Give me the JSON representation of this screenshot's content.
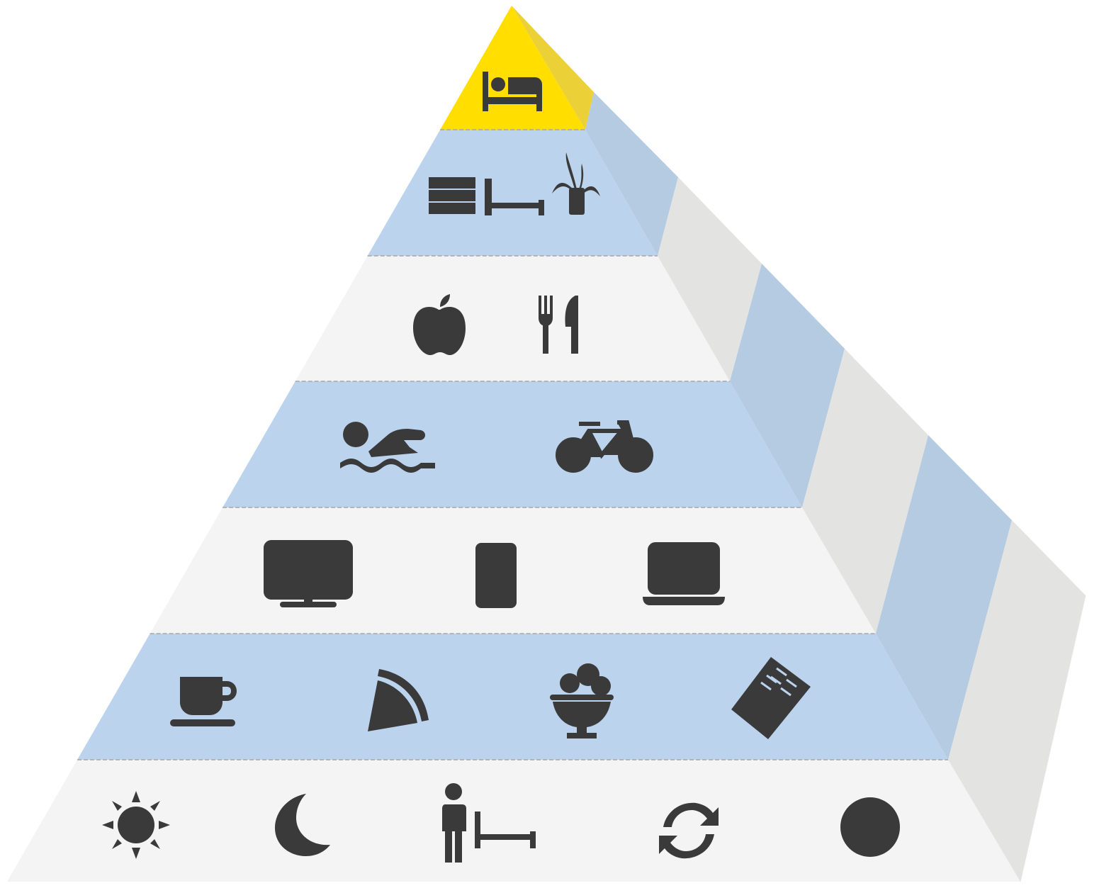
{
  "colors": {
    "top": "#ffde00",
    "top_side": "#ecd037",
    "blue": "#bcd3ee",
    "blue_side": "#b5cbe1",
    "light": "#f4f4f4",
    "light_side": "#e3e3e2",
    "icon": "#3a3a3a",
    "divider": "#a6a6a6"
  },
  "tiers": [
    {
      "name": "tier-1-sleep",
      "color": "top",
      "icons": [
        "bed-with-person-icon"
      ]
    },
    {
      "name": "tier-2-bedroom",
      "color": "blue",
      "icons": [
        "dresser-icon",
        "bed-icon",
        "plant-icon"
      ]
    },
    {
      "name": "tier-3-food",
      "color": "light",
      "icons": [
        "apple-icon",
        "fork-knife-icon"
      ]
    },
    {
      "name": "tier-4-exercise",
      "color": "blue",
      "icons": [
        "swimmer-icon",
        "bicycle-icon"
      ]
    },
    {
      "name": "tier-5-screens",
      "color": "light",
      "icons": [
        "monitor-icon",
        "smartphone-icon",
        "laptop-icon"
      ]
    },
    {
      "name": "tier-6-treats",
      "color": "blue",
      "icons": [
        "coffee-cup-icon",
        "pizza-slice-icon",
        "ice-cream-bowl-icon",
        "chocolate-bar-icon"
      ]
    },
    {
      "name": "tier-7-routine",
      "color": "light",
      "icons": [
        "sun-icon",
        "moon-icon",
        "person-bed-icon",
        "refresh-icon",
        "clock-icon"
      ]
    }
  ]
}
